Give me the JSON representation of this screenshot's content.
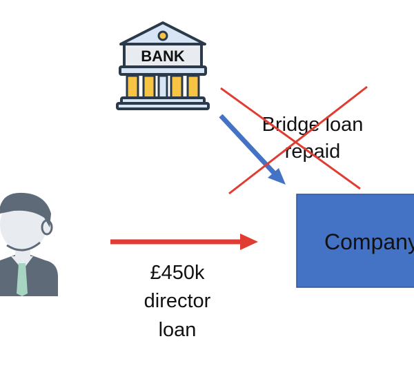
{
  "bank": {
    "sign_text": "BANK",
    "icon": "bank-icon"
  },
  "director": {
    "icon": "businessman-icon"
  },
  "company": {
    "label": "Company",
    "fill": "#4472C4",
    "text_color": "#ffffff"
  },
  "bridge_loan": {
    "label_line1": "Bridge loan",
    "label_line2": "repaid",
    "arrow_color": "#4472C4",
    "cross_color": "#E03C31",
    "status": "crossed-out"
  },
  "director_loan": {
    "label_line1": "£450k",
    "label_line2": "director",
    "label_line3": "loan",
    "arrow_color": "#E03C31"
  },
  "colors": {
    "icon_dark": "#2B3A4A",
    "icon_grey": "#5E6A78",
    "icon_light": "#E8ECF1",
    "icon_gold": "#F6C343",
    "bank_blue": "#D6E4F5",
    "tie_green": "#A8D5C2"
  }
}
